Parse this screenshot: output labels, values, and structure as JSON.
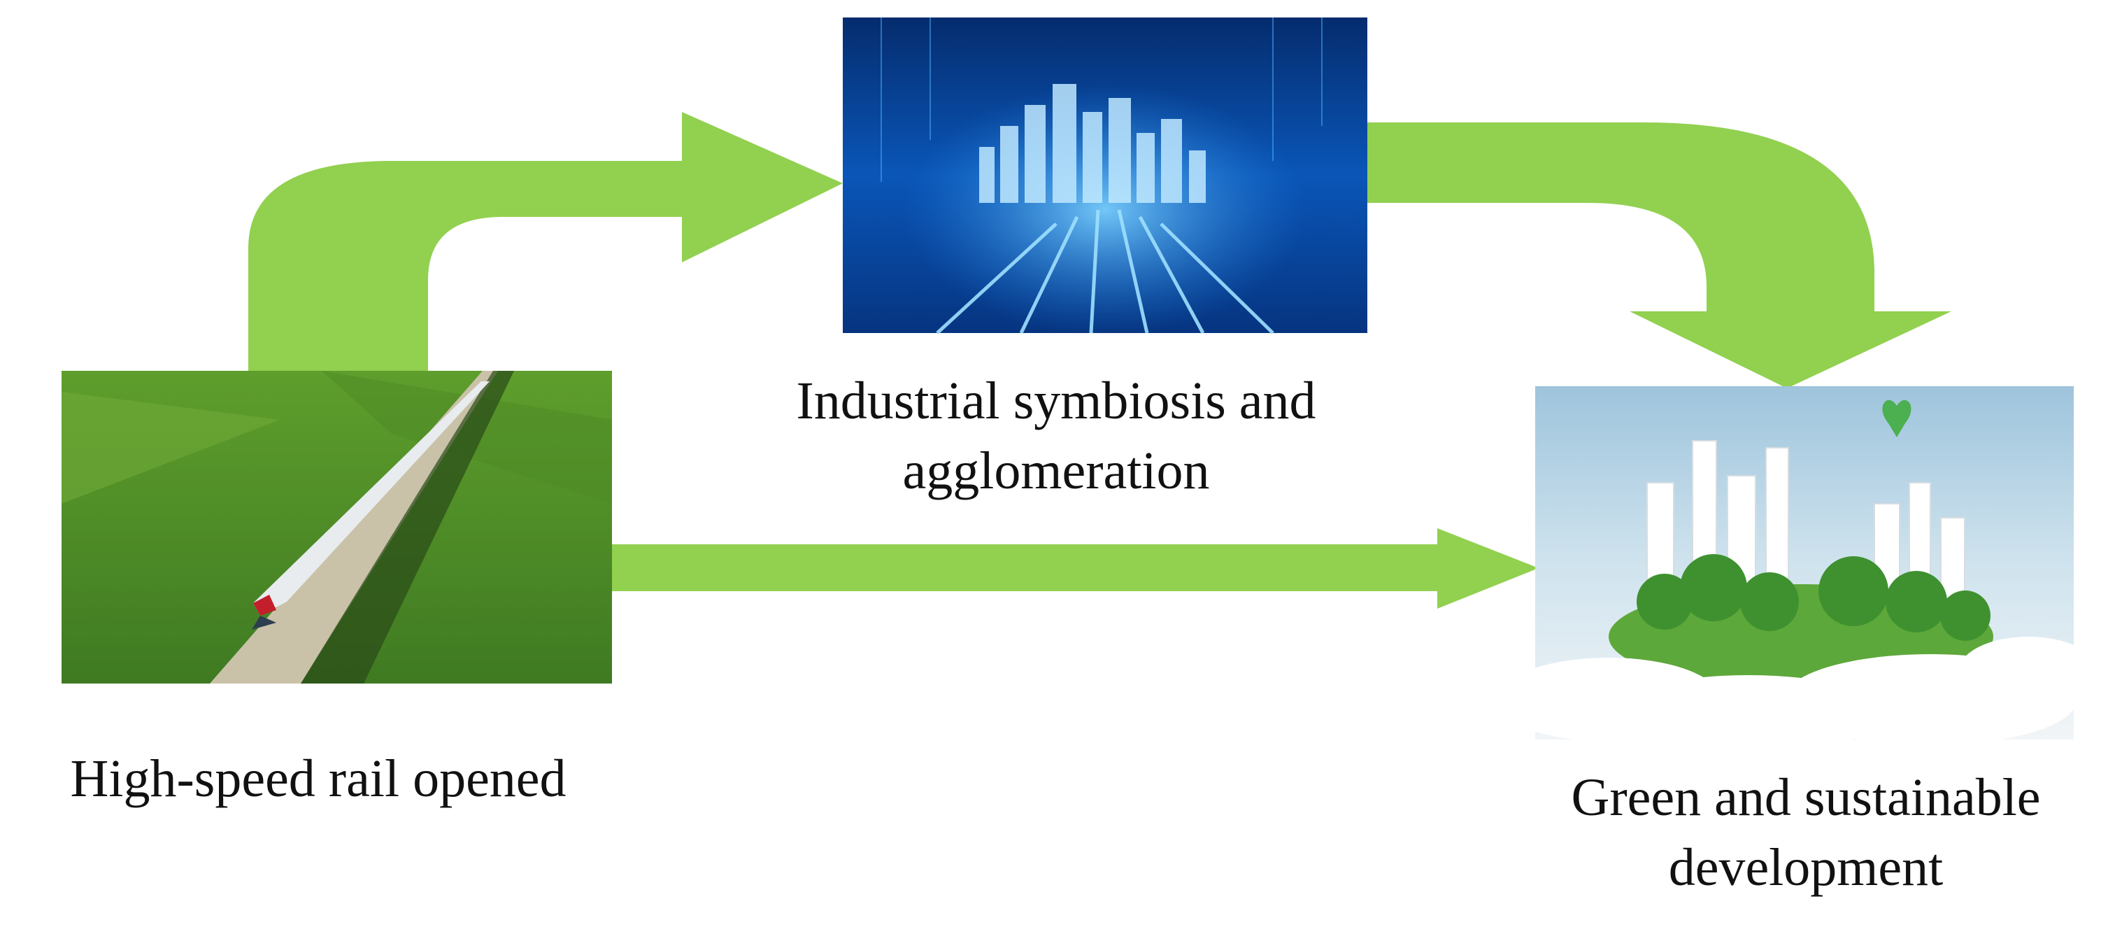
{
  "nodes": {
    "rail": {
      "label": "High-speed rail opened",
      "icon": "high-speed-train-photo"
    },
    "industrial": {
      "label_line1": "Industrial symbiosis and",
      "label_line2": "agglomeration",
      "icon": "digital-city-circuit-photo"
    },
    "green": {
      "label_line1": "Green and sustainable",
      "label_line2": "development",
      "icon": "eco-city-paper-art-illustration"
    }
  },
  "edges": [
    {
      "from": "rail",
      "to": "industrial"
    },
    {
      "from": "industrial",
      "to": "green"
    },
    {
      "from": "rail",
      "to": "green"
    }
  ],
  "colors": {
    "arrow": "#92d050",
    "text": "#111111"
  }
}
